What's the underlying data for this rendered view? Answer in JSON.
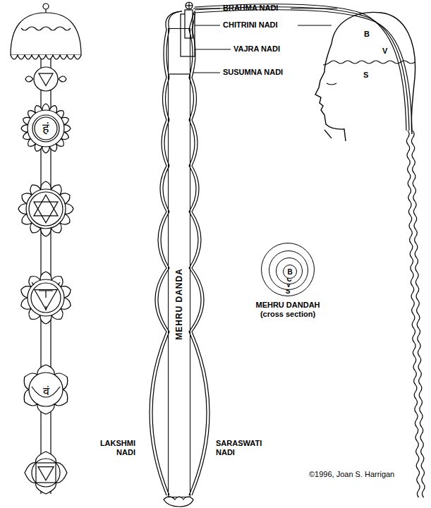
{
  "diagram": {
    "nodes": [
      {
        "text": [
          "MEHRU DANDA"
        ]
      },
      {
        "text": [
          "S"
        ]
      },
      {
        "text": [
          "V"
        ],
        "in": 1
      },
      {
        "text": [
          "C"
        ],
        "in": 2
      },
      {
        "text": [
          "B"
        ],
        "in": 3
      }
    ],
    "labels": [
      "BRAHMA NADI",
      "CHITRINI NADI",
      "VAJRA NADI",
      "SUSUMNA NADI",
      "B",
      "V",
      "S",
      "MEHRU DANDAH (cross section)",
      "LAKSHMI NADI",
      "SARASWATI NADI",
      "©1996, Joan S. Harrigan",
      "हं",
      "वं"
    ]
  }
}
